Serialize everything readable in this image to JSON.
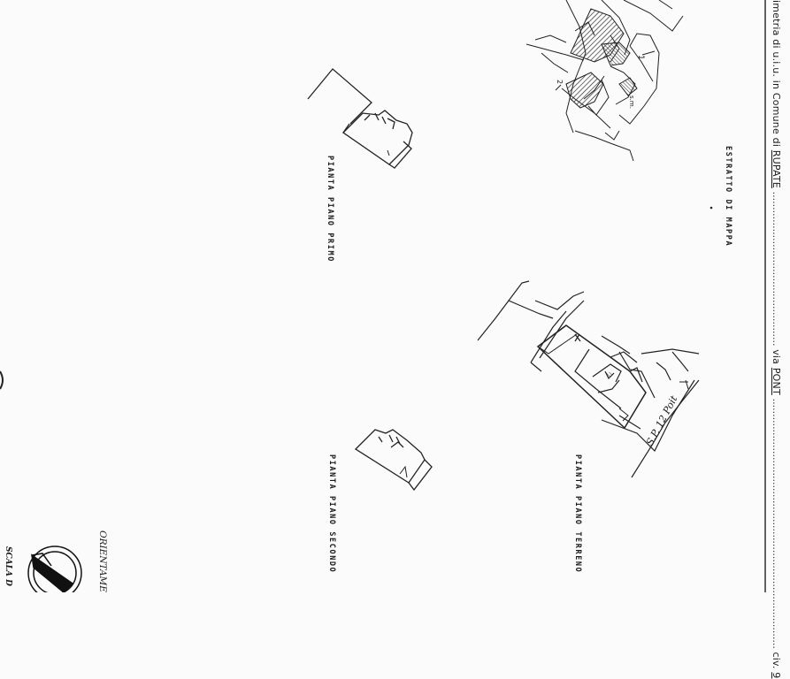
{
  "header": {
    "prefix": "imetria di u.i.u. in Comune di",
    "comune": "RUPATE",
    "via_label": "via",
    "via_value": "PONT",
    "civ_label": "civ.",
    "civ_value": "9"
  },
  "captions": {
    "estratto": "ESTRATTO DI MAPPA",
    "piano_primo": "PIANTA PIANO PRIMO",
    "piano_terreno": "PIANTA PIANO TERRENO",
    "piano_secondo": "PIANTA PIANO SECONDO"
  },
  "street_label": "S.P. 12 Poit",
  "orientamento": "ORIENTAME",
  "scala": "SCALA D",
  "map_marks": {
    "mark_1": "1",
    "mark_2": "2",
    "mark_s": "s.m."
  }
}
